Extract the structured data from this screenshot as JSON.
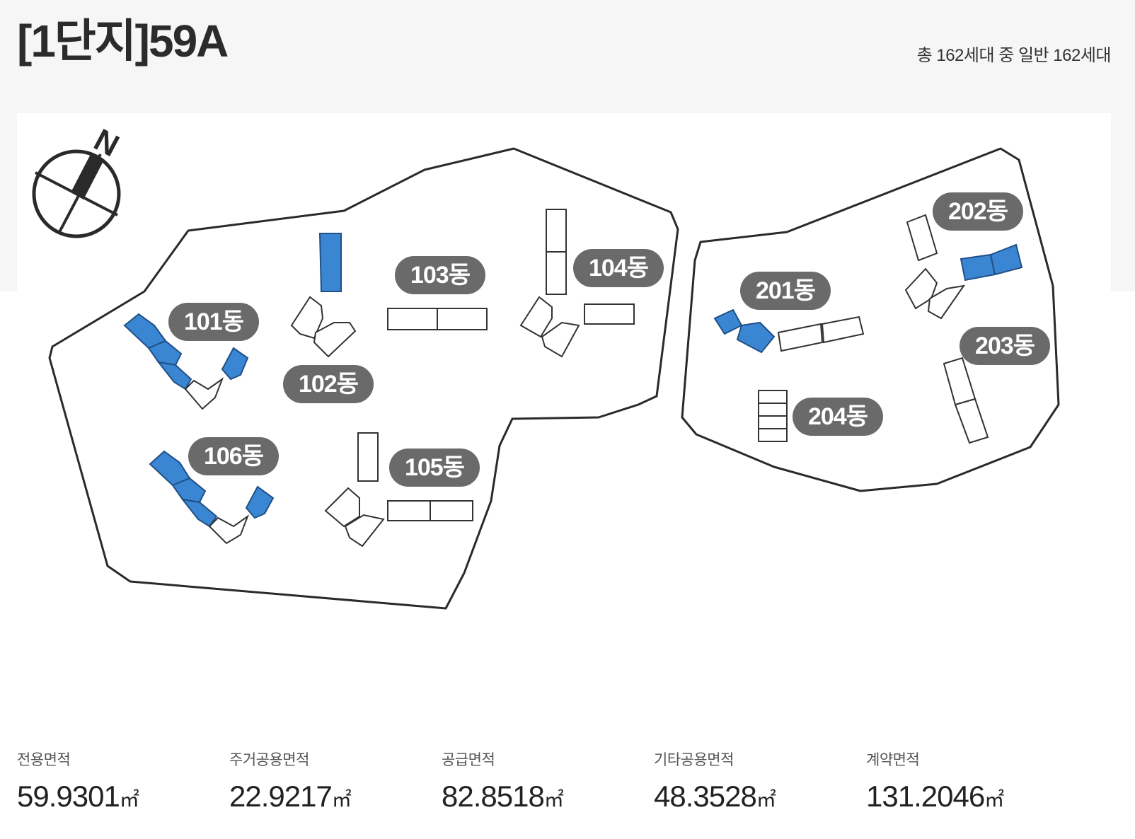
{
  "header": {
    "title": "[1단지]59A",
    "units_summary": "총 162세대 중 일반 162세대"
  },
  "map": {
    "compass": {
      "label": "N",
      "icon": "north-compass-icon"
    },
    "highlight_color": "#3b86d2",
    "buildings": [
      {
        "label": "101동",
        "selected": true
      },
      {
        "label": "102동",
        "selected": true
      },
      {
        "label": "103동",
        "selected": false
      },
      {
        "label": "104동",
        "selected": false
      },
      {
        "label": "105동",
        "selected": false
      },
      {
        "label": "106동",
        "selected": true
      },
      {
        "label": "201동",
        "selected": true
      },
      {
        "label": "202동",
        "selected": true
      },
      {
        "label": "203동",
        "selected": false
      },
      {
        "label": "204동",
        "selected": false
      }
    ]
  },
  "areas": [
    {
      "label": "전용면적",
      "value": "59.9301",
      "unit": "㎡"
    },
    {
      "label": "주거공용면적",
      "value": "22.9217",
      "unit": "㎡"
    },
    {
      "label": "공급면적",
      "value": "82.8518",
      "unit": "㎡"
    },
    {
      "label": "기타공용면적",
      "value": "48.3528",
      "unit": "㎡"
    },
    {
      "label": "계약면적",
      "value": "131.2046",
      "unit": "㎡"
    }
  ]
}
